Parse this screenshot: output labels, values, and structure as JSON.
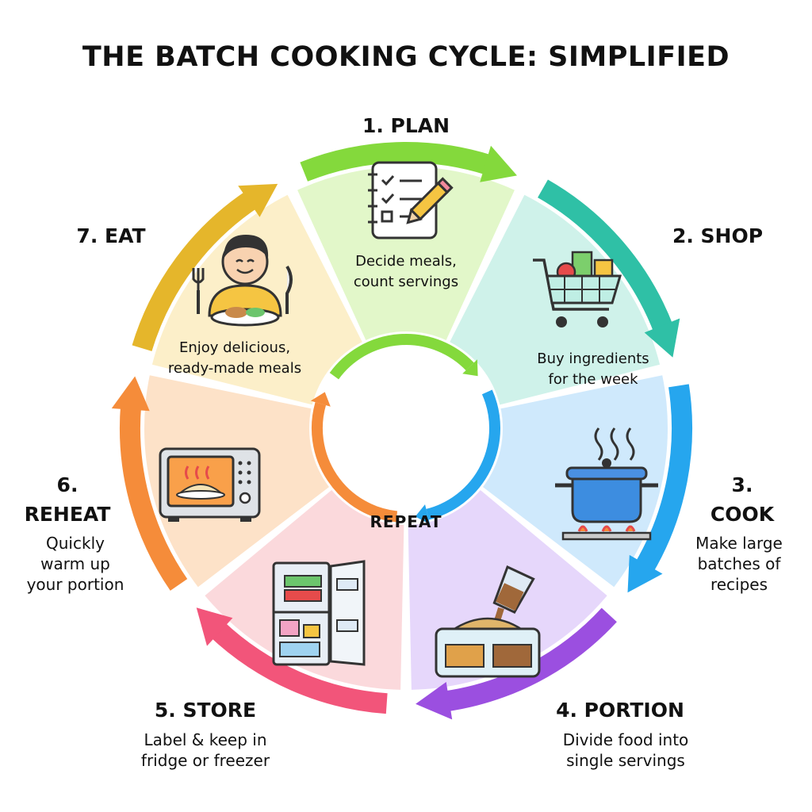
{
  "title": "THE BATCH COOKING CYCLE: SIMPLIFIED",
  "center_label": "REPEAT",
  "steps": [
    {
      "label": "1. PLAN",
      "desc": [
        "Decide meals,",
        "count servings"
      ],
      "icon": "checklist-pencil-icon",
      "color": "#84d93c",
      "fill": "#e2f7c9"
    },
    {
      "label": "2. SHOP",
      "desc": [
        "Buy ingredients",
        "for the week"
      ],
      "icon": "shopping-cart-icon",
      "color": "#2fc0a6",
      "fill": "#cff2ea"
    },
    {
      "label": [
        "3.",
        "COOK"
      ],
      "desc": [
        "Make large",
        "batches of",
        "recipes"
      ],
      "icon": "cooking-pot-icon",
      "color": "#26a6ee",
      "fill": "#cfe9fc"
    },
    {
      "label": "4. PORTION",
      "desc": [
        "Divide food into",
        "single servings"
      ],
      "icon": "portion-containers-icon",
      "color": "#9b4fe0",
      "fill": "#e6d7fb"
    },
    {
      "label": "5. STORE",
      "desc": [
        "Label & keep in",
        "fridge or freezer"
      ],
      "icon": "fridge-icon",
      "color": "#f2557a",
      "fill": "#fbd9dc"
    },
    {
      "label": [
        "6.",
        "REHEAT"
      ],
      "desc": [
        "Quickly",
        "warm up",
        "your portion"
      ],
      "icon": "microwave-icon",
      "color": "#f58c3a",
      "fill": "#fde2c8"
    },
    {
      "label": "7. EAT",
      "desc": [
        "Enjoy delicious,",
        "ready-made meals"
      ],
      "icon": "person-eating-icon",
      "color": "#e5b62b",
      "fill": "#fcefc9"
    }
  ]
}
